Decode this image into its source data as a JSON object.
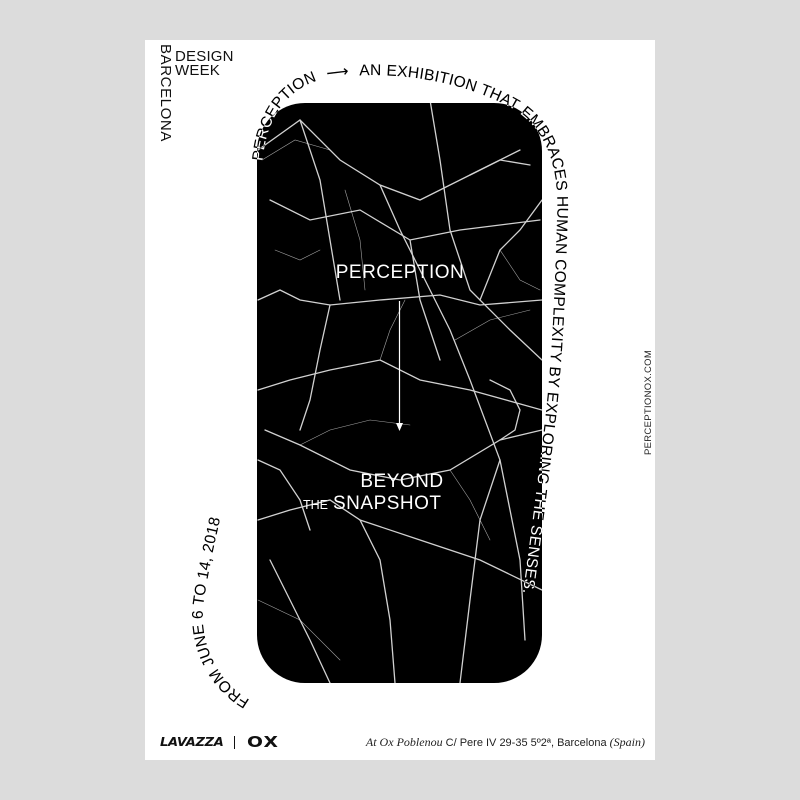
{
  "poster": {
    "background": "#ffffff",
    "page_background": "#dcdcdc",
    "panel_color": "#000000"
  },
  "event_logo": {
    "line1": "DESIGN",
    "line2": "WEEK",
    "vertical": "BARCELONA"
  },
  "center": {
    "title_top": "PERCEPTION",
    "arrow": "down-arrow",
    "title_bottom_line1": "BEYOND",
    "title_bottom_small": "THE",
    "title_bottom_line2": "SNAPSHOT"
  },
  "curved_text": {
    "date": "FROM JUNE 6 TO 14, 2018",
    "tagline_start": "PERCEPTION",
    "arrow_glyph": "⟶",
    "tagline_rest": "AN EXHIBITION THAT EMBRACES HUMAN COMPLEXITY BY EXPLORING THE SENSES."
  },
  "side_url": "PERCEPTIONOX.COM",
  "footer": {
    "sponsor_logo": "LAVAZZA",
    "separator": "|",
    "partner_logo": "OX",
    "address": {
      "at_ox": "At Ox",
      "venue": "Poblenou",
      "street": "C/ Pere IV 29-35 5º2ª, Barcelona",
      "country": "(Spain)"
    }
  }
}
